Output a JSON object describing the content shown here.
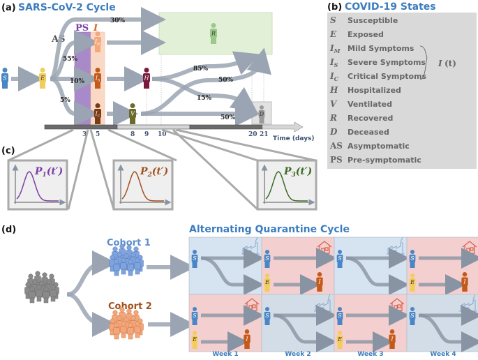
{
  "panel_a": {
    "label": "(a)",
    "title": "SARS-CoV-2 Cycle",
    "band_ps": "PS",
    "band_i": "I",
    "as_label": "AS",
    "nodes": {
      "S": "S",
      "E": "E",
      "IM": "I",
      "IM_sub": "M",
      "IS": "I",
      "IS_sub": "S",
      "IC": "I",
      "IC_sub": "C",
      "H": "H",
      "V": "V",
      "R": "R",
      "D": "D"
    },
    "percentages": {
      "as_to_r": "30%",
      "e_to_im": "55%",
      "e_to_is": "10%",
      "e_to_ic": "5%",
      "h_to_r": "85%",
      "v_to_r": "50%",
      "h_to_d": "15%",
      "v_to_d": "50%"
    },
    "timeline": {
      "ticks": [
        "3",
        "5",
        "8",
        "9",
        "10",
        "20",
        "21"
      ],
      "axis_label": "Time (days)"
    }
  },
  "panel_b": {
    "label": "(b)",
    "title": "COVID-19 States",
    "states": [
      {
        "symbol": "S",
        "sub": "",
        "name": "Susceptible"
      },
      {
        "symbol": "E",
        "sub": "",
        "name": "Exposed"
      },
      {
        "symbol": "I",
        "sub": "M",
        "name": "Mild Symptoms"
      },
      {
        "symbol": "I",
        "sub": "S",
        "name": "Severe Symptoms"
      },
      {
        "symbol": "I",
        "sub": "C",
        "name": "Critical Symptoms"
      },
      {
        "symbol": "H",
        "sub": "",
        "name": "Hospitalized"
      },
      {
        "symbol": "V",
        "sub": "",
        "name": "Ventilated"
      },
      {
        "symbol": "R",
        "sub": "",
        "name": "Recovered"
      },
      {
        "symbol": "D",
        "sub": "",
        "name": "Deceased"
      },
      {
        "symbol": "AS",
        "sub": "",
        "name": "Asymptomatic"
      },
      {
        "symbol": "PS",
        "sub": "",
        "name": "Pre-symptomatic"
      }
    ],
    "group_label_i": "I",
    "group_label_t": "(t)"
  },
  "panel_c": {
    "label": "(c)",
    "plots": [
      {
        "name": "P",
        "sub": "1",
        "arg": "(t′)",
        "color": "#7b3fa6"
      },
      {
        "name": "P",
        "sub": "2",
        "arg": "(t′)",
        "color": "#a0521d"
      },
      {
        "name": "P",
        "sub": "3",
        "arg": "(t′)",
        "color": "#3f6a25"
      }
    ]
  },
  "panel_d": {
    "label": "(d)",
    "title": "Alternating Quarantine Cycle",
    "cohort1": "Cohort 1",
    "cohort2": "Cohort 2",
    "weeks": [
      "Week 1",
      "Week 2",
      "Week 3",
      "Week 4"
    ],
    "cohort1_schedule": [
      "work",
      "home",
      "work",
      "home"
    ],
    "cohort2_schedule": [
      "home",
      "work",
      "home",
      "work"
    ],
    "node_s": "S",
    "node_e": "E",
    "node_i": "I"
  },
  "colors": {
    "title_blue": "#3b7dbf",
    "susceptible": "#4a86c5",
    "exposed": "#f2cd5c",
    "mild": "#f4a87c",
    "severe": "#c45a1a",
    "critical": "#7a3a12",
    "hospitalized": "#7a1a3a",
    "ventilated": "#6a6a2a",
    "recovered": "#9cc98a",
    "deceased": "#9a9a9a",
    "ps_band": "#a98ac9",
    "i_band": "#f9d9c6",
    "work_bg": "#d6e3f0",
    "home_bg": "#f3cfcf",
    "cohort1": "#5b8ccf",
    "cohort2": "#a0521d",
    "crowd": "#8a8a8a"
  }
}
